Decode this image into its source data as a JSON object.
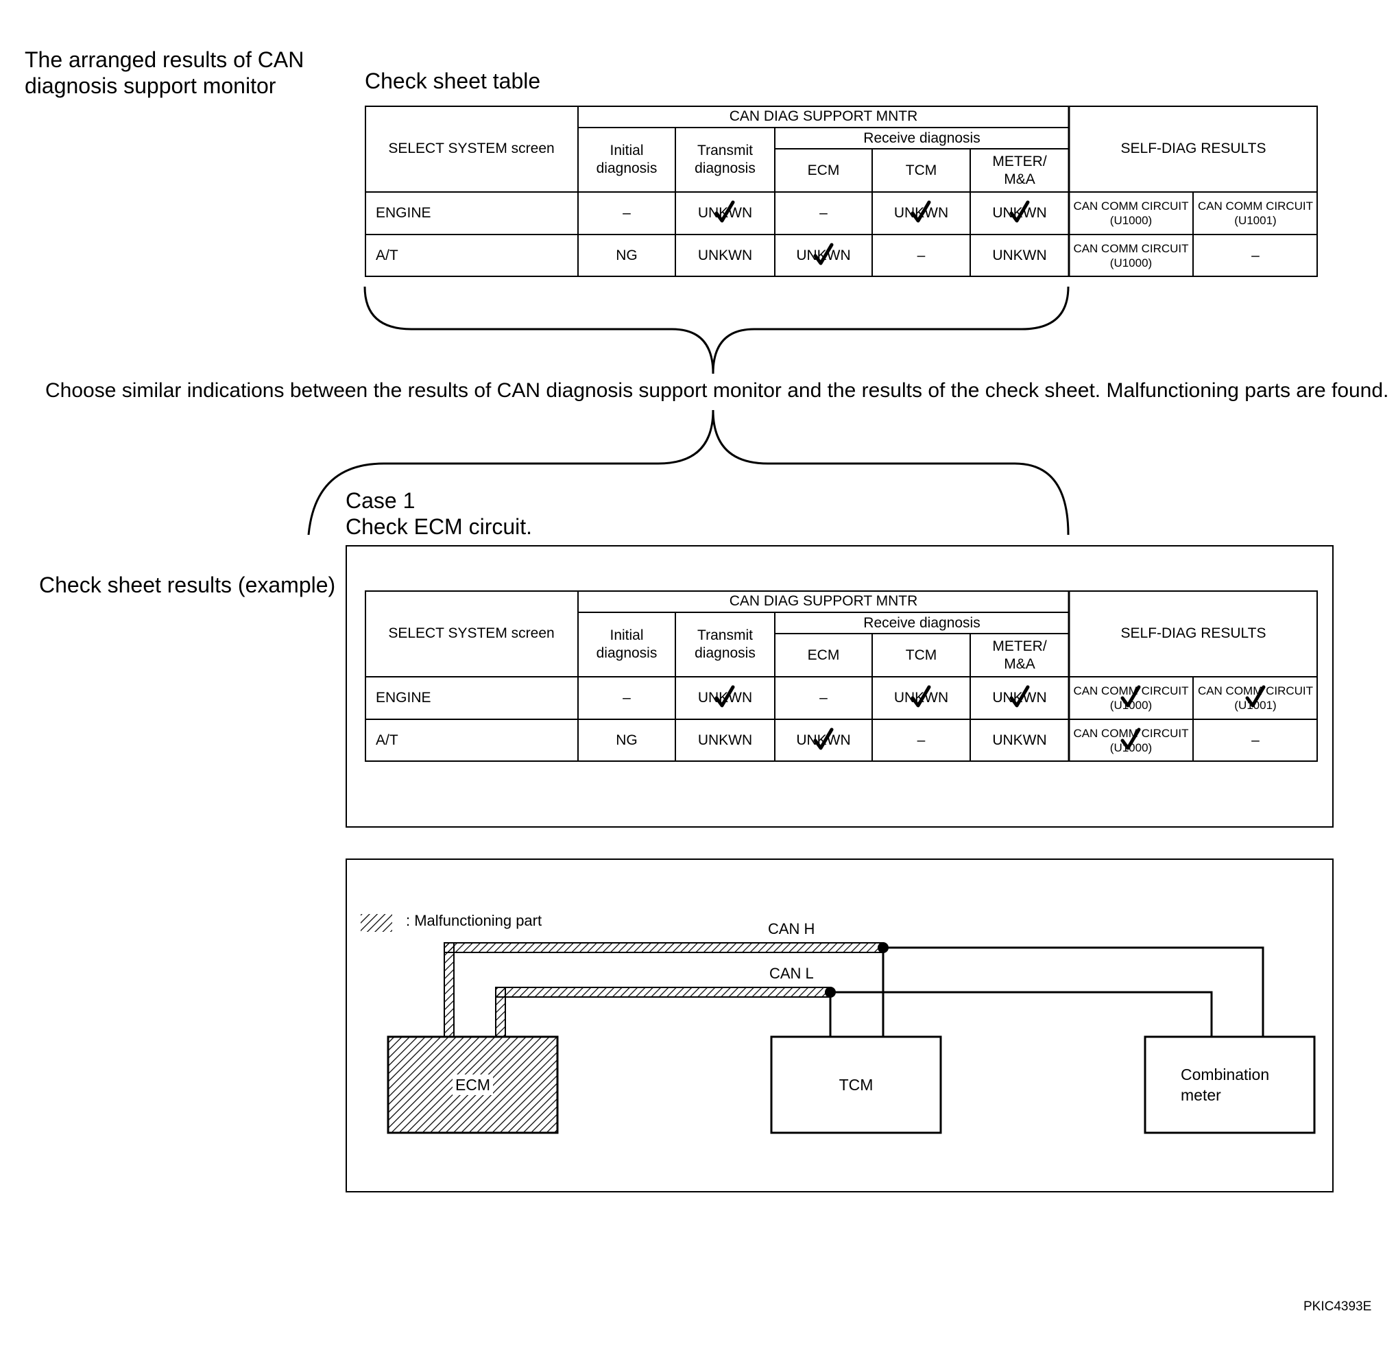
{
  "left_title": {
    "line1": "The arranged results of CAN",
    "line2": "diagnosis support monitor"
  },
  "check_sheet_table_title": "Check sheet table",
  "instruction": "Choose similar indications between the results of CAN diagnosis support monitor and the results of the check sheet. Malfunctioning parts are found.",
  "case": {
    "line1": "Case 1",
    "line2": "Check ECM circuit."
  },
  "example_label": "Check sheet results (example)",
  "table_headers": {
    "select_system": "SELECT SYSTEM screen",
    "can_diag": "CAN DIAG SUPPORT MNTR",
    "initial_l1": "Initial",
    "initial_l2": "diagnosis",
    "transmit_l1": "Transmit",
    "transmit_l2": "diagnosis",
    "receive": "Receive diagnosis",
    "ecm": "ECM",
    "tcm": "TCM",
    "meter_l1": "METER/",
    "meter_l2": "M&A",
    "self_diag": "SELF-DIAG RESULTS"
  },
  "table1_rows": [
    {
      "system": "ENGINE",
      "initial": "–",
      "transmit": "UNKWN",
      "ecm": "–",
      "tcm": "UNKWN",
      "meter": "UNKWN",
      "sd1_l1": "CAN COMM CIRCUIT",
      "sd1_l2": "(U1000)",
      "sd2_l1": "CAN COMM CIRCUIT",
      "sd2_l2": "(U1001)"
    },
    {
      "system": "A/T",
      "initial": "NG",
      "transmit": "UNKWN",
      "ecm": "UNKWN",
      "tcm": "–",
      "meter": "UNKWN",
      "sd1_l1": "CAN COMM CIRCUIT",
      "sd1_l2": "(U1000)",
      "sd2_l1": "",
      "sd2_l2": "–"
    }
  ],
  "table2_rows": [
    {
      "system": "ENGINE",
      "initial": "–",
      "transmit": "UNKWN",
      "ecm": "–",
      "tcm": "UNKWN",
      "meter": "UNKWN",
      "sd1_l1": "CAN COMM CIRCUIT",
      "sd1_l2": "(U1000)",
      "sd2_l1": "CAN COMM CIRCUIT",
      "sd2_l2": "(U1001)"
    },
    {
      "system": "A/T",
      "initial": "NG",
      "transmit": "UNKWN",
      "ecm": "UNKWN",
      "tcm": "–",
      "meter": "UNKWN",
      "sd1_l1": "CAN COMM CIRCUIT",
      "sd1_l2": "(U1000)",
      "sd2_l1": "",
      "sd2_l2": "–"
    }
  ],
  "table1_checked": [
    "ENGINE.transmit",
    "ENGINE.tcm",
    "ENGINE.meter",
    "A/T.ecm"
  ],
  "table2_checked": [
    "ENGINE.transmit",
    "ENGINE.tcm",
    "ENGINE.meter",
    "A/T.ecm",
    "ENGINE.sd1",
    "ENGINE.sd2",
    "A/T.sd1"
  ],
  "diagram": {
    "legend": ": Malfunctioning part",
    "can_h": "CAN H",
    "can_l": "CAN L",
    "ecm": "ECM",
    "tcm": "TCM",
    "meter_l1": "Combination",
    "meter_l2": "meter",
    "malfunctioning_parts": [
      "ECM",
      "CAN H (ECM side)",
      "CAN L (ECM side)"
    ]
  },
  "figure_code": "PKIC4393E"
}
